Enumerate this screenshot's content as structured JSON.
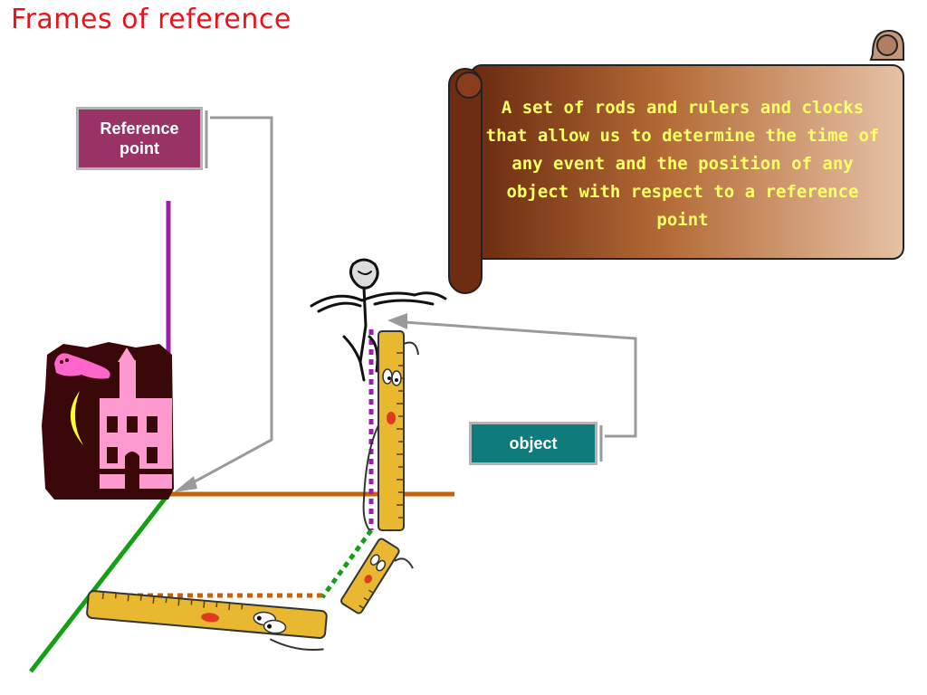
{
  "slide": {
    "title": "Frames of reference"
  },
  "labels": {
    "reference_point": "Reference point",
    "object": "object"
  },
  "scroll": {
    "text": "A set of rods and rulers and clocks that allow us to determine the time of any event and the position of any object with respect to a reference point"
  },
  "colors": {
    "title": "#e8141c",
    "reference_box": "#993366",
    "object_box": "#0f7b7b",
    "scroll_text": "#ffff66",
    "y_axis": "#9b1fa8",
    "x_axis": "#c8620a",
    "z_axis": "#14a014",
    "ruler": "#e8b830"
  },
  "icons": [
    "castle-clipart",
    "ghost-clipart",
    "moon-clipart",
    "stick-figure-clipart",
    "ruler-character-clipart"
  ]
}
